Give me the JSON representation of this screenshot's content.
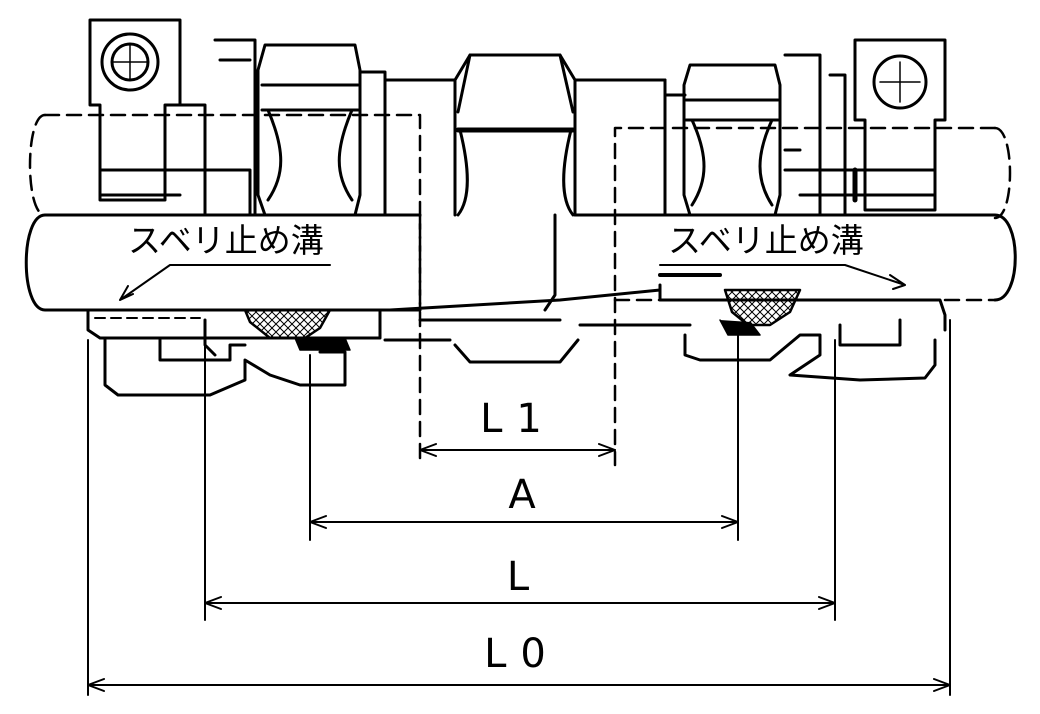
{
  "labels": {
    "groove_left": "スベリ止め溝",
    "groove_right": "スベリ止め溝"
  },
  "dimensions": {
    "l1": "L1",
    "a": "A",
    "l": "L",
    "l0": "L0"
  },
  "colors": {
    "line": "#000000",
    "background": "#ffffff"
  }
}
